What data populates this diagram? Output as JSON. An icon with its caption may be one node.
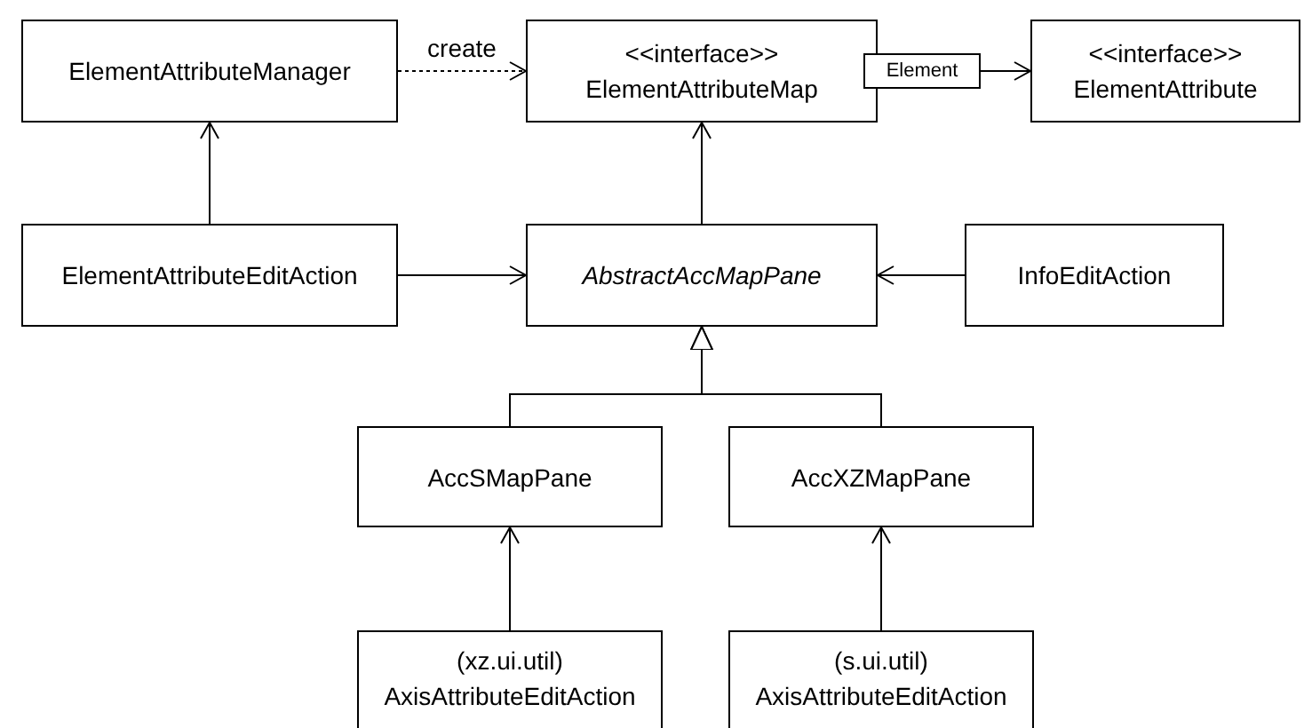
{
  "diagram": {
    "nodes": [
      {
        "text": [
          "ElementAttributeManager"
        ]
      },
      {
        "text": [
          "<<interface>>",
          "ElementAttributeMap"
        ]
      },
      {
        "text": [
          "Element"
        ]
      },
      {
        "text": [
          "<<interface>>",
          "ElementAttribute"
        ]
      },
      {
        "text": [
          "ElementAttributeEditAction"
        ]
      },
      {
        "text": [
          "AbstractAccMapPane"
        ]
      },
      {
        "text": [
          "InfoEditAction"
        ]
      },
      {
        "text": [
          "AccSMapPane"
        ]
      },
      {
        "text": [
          "AccXZMapPane"
        ]
      },
      {
        "text": [
          "(xz.ui.util)",
          "AxisAttributeEditAction"
        ]
      },
      {
        "text": [
          "(s.ui.util)",
          "AxisAttributeEditAction"
        ]
      }
    ],
    "edges": [
      {
        "from": 0,
        "to": 1,
        "arrow": "to",
        "label": "create",
        "style": "dashed"
      },
      {
        "from": 2,
        "to": 3,
        "arrow": "to"
      },
      {
        "from": 4,
        "to": 0,
        "arrow": "to"
      },
      {
        "from": 5,
        "to": 1,
        "arrow": "to"
      },
      {
        "from": 4,
        "to": 5,
        "arrow": "to"
      },
      {
        "from": 6,
        "to": 5,
        "arrow": "to"
      },
      {
        "from": 7,
        "to": 5,
        "arrow": "to"
      },
      {
        "from": 8,
        "to": 5,
        "arrow": "to"
      },
      {
        "from": 9,
        "to": 7,
        "arrow": "to"
      },
      {
        "from": 10,
        "to": 8,
        "arrow": "to"
      }
    ]
  }
}
